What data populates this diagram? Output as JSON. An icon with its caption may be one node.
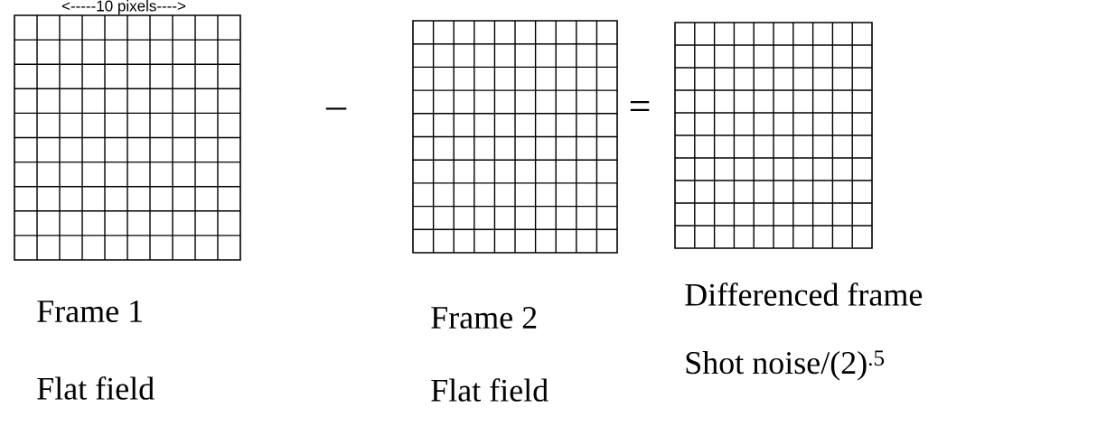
{
  "diagram": {
    "nodes": [
      {
        "text": [],
        "shape": "box",
        "beside": [
          "Frame 1",
          "Flat field"
        ]
      },
      {
        "text": [],
        "shape": "box",
        "beside": [
          "Frame 2",
          "Flat field"
        ]
      },
      {
        "text": [],
        "shape": "box",
        "beside": [
          "Differenced frame",
          "Shot noise/(2)$^{.5}$"
        ]
      }
    ],
    "labels": [
      "<-----10 pixels---->",
      "–",
      "="
    ]
  }
}
